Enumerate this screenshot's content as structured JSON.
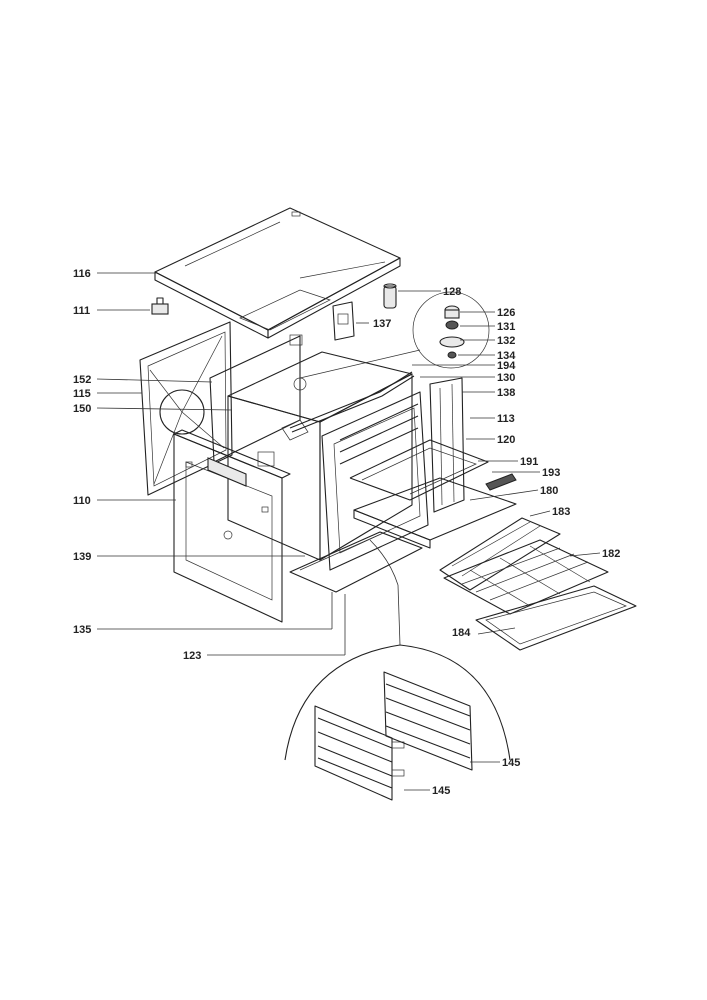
{
  "callouts": {
    "c116": "116",
    "c111": "111",
    "c152": "152",
    "c115": "115",
    "c150": "150",
    "c110": "110",
    "c139": "139",
    "c135": "135",
    "c123": "123",
    "c128": "128",
    "c126": "126",
    "c137": "137",
    "c131": "131",
    "c132": "132",
    "c134": "134",
    "c194": "194",
    "c130": "130",
    "c138": "138",
    "c113": "113",
    "c120": "120",
    "c191": "191",
    "c193": "193",
    "c180": "180",
    "c183": "183",
    "c182": "182",
    "c184": "184",
    "c145a": "145",
    "c145b": "145"
  }
}
